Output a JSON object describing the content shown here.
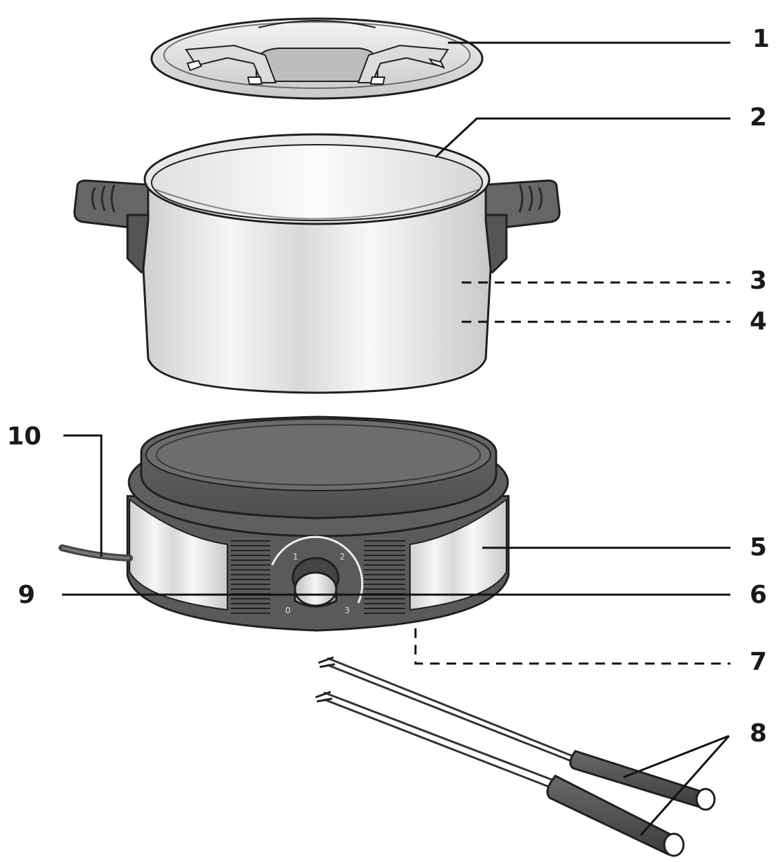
{
  "callouts": {
    "c1": "1",
    "c2": "2",
    "c3": "3",
    "c4": "4",
    "c5": "5",
    "c6": "6",
    "c7": "7",
    "c8": "8",
    "c9": "9",
    "c10": "10"
  },
  "knob_scale": {
    "n0": "0",
    "n1": "1",
    "n2": "2",
    "n3": "3"
  },
  "colors": {
    "background": "#ffffff",
    "line": "#111111",
    "handle_dark": "#555555",
    "metal_light": "#f2f2f2",
    "metal_mid": "#cfcfcf",
    "base_dark": "#5a5a5a"
  }
}
